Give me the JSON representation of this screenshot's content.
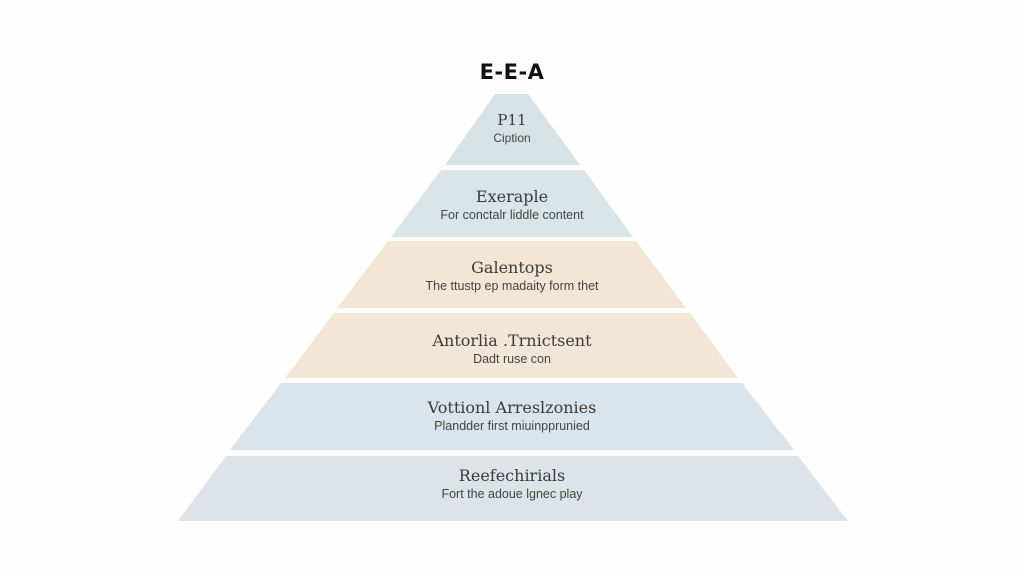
{
  "title": "E-E-A",
  "colors": {
    "blue_light": "#d8e3e8",
    "beige": "#f3e6d5",
    "grey_blue": "#dde3e7"
  },
  "tiers": [
    {
      "title": "P11",
      "subtitle": "Ciption",
      "color": "#d7e2e6"
    },
    {
      "title": "Exeraple",
      "subtitle": "For conctalr liddle content",
      "color": "#dae5ea"
    },
    {
      "title": "Galentops",
      "subtitle": "The ttustp ep madaity form thet",
      "color": "#f3e6d6"
    },
    {
      "title": "Antorlia .Trnictsent",
      "subtitle": "Dadt ruse con",
      "color": "#f3e6d6"
    },
    {
      "title": "Vottionl Arreslzonies",
      "subtitle": "Plandder first miuinpprunied",
      "color": "#dae4ea"
    },
    {
      "title": "Reefechirials",
      "subtitle": "Fort the adoue lgnec play",
      "color": "#dde3e8"
    }
  ]
}
